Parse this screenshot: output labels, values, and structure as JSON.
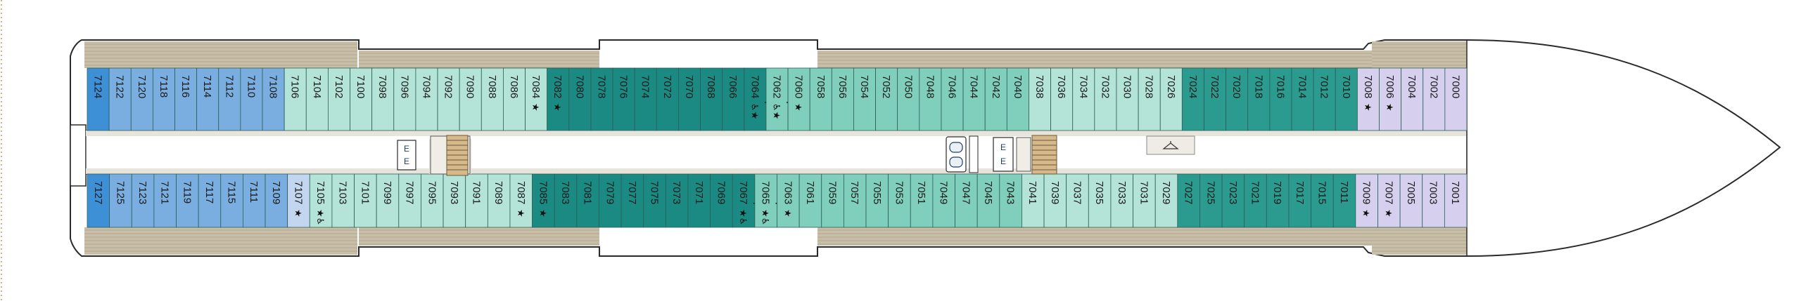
{
  "deck": {
    "top_row": [
      {
        "n": "7124",
        "c": "#3d8fd6"
      },
      {
        "n": "7122",
        "c": "#7aaee0"
      },
      {
        "n": "7120",
        "c": "#7aaee0"
      },
      {
        "n": "7118",
        "c": "#7aaee0"
      },
      {
        "n": "7116",
        "c": "#7aaee0"
      },
      {
        "n": "7114",
        "c": "#7aaee0"
      },
      {
        "n": "7112",
        "c": "#7aaee0"
      },
      {
        "n": "7110",
        "c": "#7aaee0"
      },
      {
        "n": "7108",
        "c": "#7aaee0"
      },
      {
        "n": "7106",
        "c": "#b4e3d8"
      },
      {
        "n": "7104",
        "c": "#b4e3d8"
      },
      {
        "n": "7102",
        "c": "#b4e3d8"
      },
      {
        "n": "7100",
        "c": "#b4e3d8"
      },
      {
        "n": "7098",
        "c": "#b4e3d8"
      },
      {
        "n": "7096",
        "c": "#b4e3d8"
      },
      {
        "n": "7094",
        "c": "#b4e3d8"
      },
      {
        "n": "7092",
        "c": "#b4e3d8"
      },
      {
        "n": "7090",
        "c": "#b4e3d8"
      },
      {
        "n": "7088",
        "c": "#b4e3d8"
      },
      {
        "n": "7086",
        "c": "#b4e3d8"
      },
      {
        "n": "7084",
        "c": "#b4e3d8",
        "mark": "★"
      },
      {
        "n": "7082",
        "c": "#1b8a82",
        "mark": "★"
      },
      {
        "n": "7080",
        "c": "#1b8a82"
      },
      {
        "n": "7078",
        "c": "#1b8a82"
      },
      {
        "n": "7076",
        "c": "#1b8a82"
      },
      {
        "n": "7074",
        "c": "#1b8a82"
      },
      {
        "n": "7072",
        "c": "#1b8a82"
      },
      {
        "n": "7070",
        "c": "#1b8a82"
      },
      {
        "n": "7068",
        "c": "#1b8a82"
      },
      {
        "n": "7066",
        "c": "#1b8a82"
      },
      {
        "n": "7064",
        "c": "#1b8a82",
        "mark": "♿★",
        "conn": true
      },
      {
        "n": "7062",
        "c": "#7fcfbc",
        "mark": "♿★",
        "conn": true
      },
      {
        "n": "7060",
        "c": "#7fcfbc",
        "mark": "★"
      },
      {
        "n": "7058",
        "c": "#7fcfbc"
      },
      {
        "n": "7056",
        "c": "#7fcfbc"
      },
      {
        "n": "7054",
        "c": "#7fcfbc"
      },
      {
        "n": "7052",
        "c": "#7fcfbc"
      },
      {
        "n": "7050",
        "c": "#7fcfbc"
      },
      {
        "n": "7048",
        "c": "#7fcfbc"
      },
      {
        "n": "7046",
        "c": "#7fcfbc"
      },
      {
        "n": "7044",
        "c": "#7fcfbc"
      },
      {
        "n": "7042",
        "c": "#7fcfbc"
      },
      {
        "n": "7040",
        "c": "#7fcfbc"
      },
      {
        "n": "7038",
        "c": "#b4e3d8"
      },
      {
        "n": "7036",
        "c": "#b4e3d8"
      },
      {
        "n": "7034",
        "c": "#b4e3d8"
      },
      {
        "n": "7032",
        "c": "#b4e3d8"
      },
      {
        "n": "7030",
        "c": "#b4e3d8"
      },
      {
        "n": "7028",
        "c": "#b4e3d8"
      },
      {
        "n": "7026",
        "c": "#b4e3d8"
      },
      {
        "n": "7024",
        "c": "#2a9b8e"
      },
      {
        "n": "7022",
        "c": "#2a9b8e"
      },
      {
        "n": "7020",
        "c": "#2a9b8e"
      },
      {
        "n": "7018",
        "c": "#2a9b8e"
      },
      {
        "n": "7016",
        "c": "#2a9b8e"
      },
      {
        "n": "7014",
        "c": "#2a9b8e"
      },
      {
        "n": "7012",
        "c": "#2a9b8e"
      },
      {
        "n": "7010",
        "c": "#2a9b8e"
      },
      {
        "n": "7008",
        "c": "#d6d0ee",
        "mark": "★"
      },
      {
        "n": "7006",
        "c": "#d6d0ee",
        "mark": "★"
      },
      {
        "n": "7004",
        "c": "#d6d0ee"
      },
      {
        "n": "7002",
        "c": "#d6d0ee"
      },
      {
        "n": "7000",
        "c": "#d6d0ee"
      }
    ],
    "bottom_row": [
      {
        "n": "7127",
        "c": "#3d8fd6"
      },
      {
        "n": "7125",
        "c": "#7aaee0"
      },
      {
        "n": "7123",
        "c": "#7aaee0"
      },
      {
        "n": "7121",
        "c": "#7aaee0"
      },
      {
        "n": "7119",
        "c": "#7aaee0"
      },
      {
        "n": "7117",
        "c": "#7aaee0"
      },
      {
        "n": "7115",
        "c": "#7aaee0"
      },
      {
        "n": "7111",
        "c": "#7aaee0"
      },
      {
        "n": "7109",
        "c": "#7aaee0"
      },
      {
        "n": "7107",
        "c": "#c2d6f0",
        "mark": "★"
      },
      {
        "n": "7105",
        "c": "#b4e3d8",
        "mark": "★♿"
      },
      {
        "n": "7103",
        "c": "#b4e3d8"
      },
      {
        "n": "7101",
        "c": "#b4e3d8"
      },
      {
        "n": "7099",
        "c": "#b4e3d8"
      },
      {
        "n": "7097",
        "c": "#b4e3d8"
      },
      {
        "n": "7095",
        "c": "#b4e3d8"
      },
      {
        "n": "7093",
        "c": "#b4e3d8"
      },
      {
        "n": "7091",
        "c": "#b4e3d8"
      },
      {
        "n": "7089",
        "c": "#b4e3d8"
      },
      {
        "n": "7087",
        "c": "#b4e3d8",
        "mark": "★"
      },
      {
        "n": "7085",
        "c": "#1b8a82",
        "mark": "★"
      },
      {
        "n": "7083",
        "c": "#1b8a82"
      },
      {
        "n": "7081",
        "c": "#1b8a82"
      },
      {
        "n": "7079",
        "c": "#1b8a82"
      },
      {
        "n": "7077",
        "c": "#1b8a82"
      },
      {
        "n": "7075",
        "c": "#1b8a82"
      },
      {
        "n": "7073",
        "c": "#1b8a82"
      },
      {
        "n": "7071",
        "c": "#1b8a82"
      },
      {
        "n": "7069",
        "c": "#1b8a82"
      },
      {
        "n": "7067",
        "c": "#1b8a82",
        "mark": "★♿",
        "conn": true
      },
      {
        "n": "7065",
        "c": "#7fcfbc",
        "mark": "★♿",
        "conn": true
      },
      {
        "n": "7063",
        "c": "#7fcfbc",
        "mark": "★"
      },
      {
        "n": "7061",
        "c": "#7fcfbc"
      },
      {
        "n": "7059",
        "c": "#7fcfbc"
      },
      {
        "n": "7057",
        "c": "#7fcfbc"
      },
      {
        "n": "7055",
        "c": "#7fcfbc"
      },
      {
        "n": "7053",
        "c": "#7fcfbc"
      },
      {
        "n": "7051",
        "c": "#7fcfbc"
      },
      {
        "n": "7049",
        "c": "#7fcfbc"
      },
      {
        "n": "7047",
        "c": "#7fcfbc"
      },
      {
        "n": "7045",
        "c": "#7fcfbc"
      },
      {
        "n": "7043",
        "c": "#7fcfbc"
      },
      {
        "n": "7041",
        "c": "#b4e3d8"
      },
      {
        "n": "7039",
        "c": "#b4e3d8"
      },
      {
        "n": "7037",
        "c": "#b4e3d8"
      },
      {
        "n": "7035",
        "c": "#b4e3d8"
      },
      {
        "n": "7033",
        "c": "#b4e3d8"
      },
      {
        "n": "7031",
        "c": "#b4e3d8"
      },
      {
        "n": "7029",
        "c": "#b4e3d8"
      },
      {
        "n": "7027",
        "c": "#2a9b8e"
      },
      {
        "n": "7025",
        "c": "#2a9b8e"
      },
      {
        "n": "7023",
        "c": "#2a9b8e"
      },
      {
        "n": "7021",
        "c": "#2a9b8e"
      },
      {
        "n": "7019",
        "c": "#2a9b8e"
      },
      {
        "n": "7017",
        "c": "#2a9b8e"
      },
      {
        "n": "7015",
        "c": "#2a9b8e"
      },
      {
        "n": "7011",
        "c": "#2a9b8e"
      },
      {
        "n": "7009",
        "c": "#d6d0ee",
        "mark": "★"
      },
      {
        "n": "7007",
        "c": "#d6d0ee",
        "mark": "★"
      },
      {
        "n": "7005",
        "c": "#d6d0ee"
      },
      {
        "n": "7003",
        "c": "#d6d0ee"
      },
      {
        "n": "7001",
        "c": "#d6d0ee"
      }
    ]
  },
  "icons": {
    "elevator": "elevator-icon",
    "stairs": "stairs-icon",
    "accessible": "wheelchair-icon",
    "favorite": "star-icon",
    "laundry": "laundry-icon",
    "connecting": "connecting-door-icon"
  },
  "colors": {
    "hull": "#ffffff",
    "deck_outline": "#2a2a2a",
    "teak": "#c9bfa8",
    "corridor": "#e7e4dc",
    "stair_wood": "#d5b98a"
  }
}
